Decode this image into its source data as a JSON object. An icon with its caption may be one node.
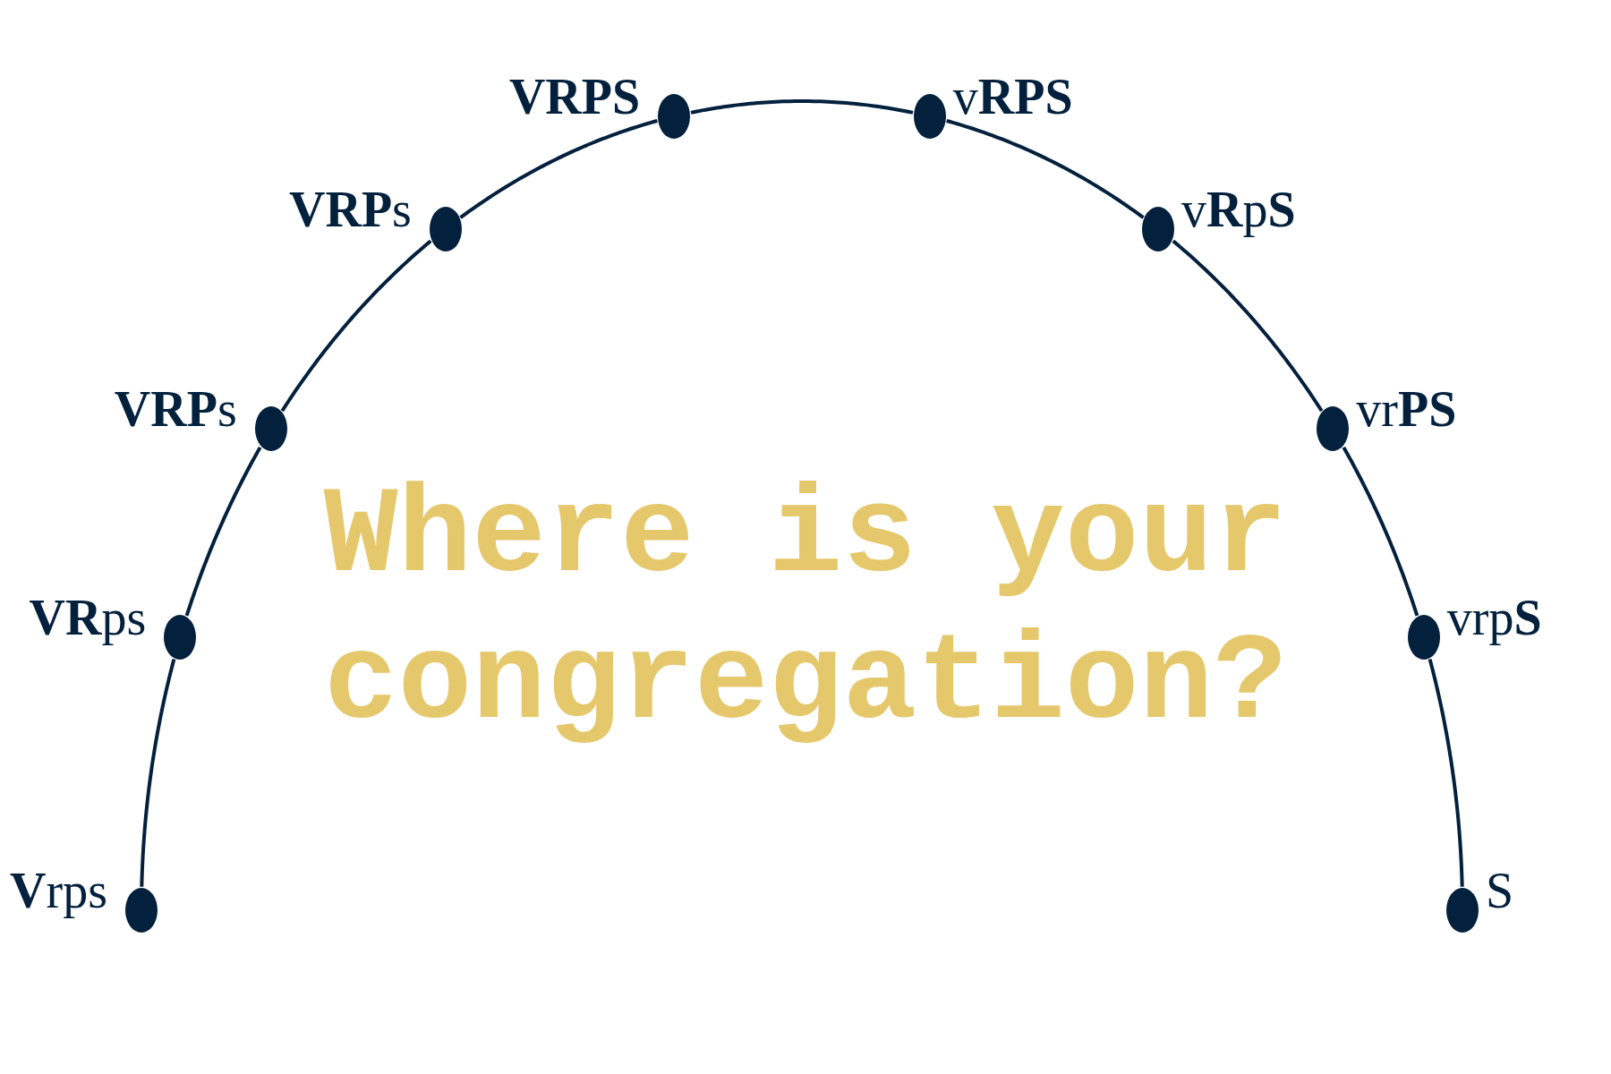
{
  "diagram": {
    "title": "Where is your congregation?",
    "nodes": [
      {
        "text": [],
        "shape": "circle",
        "beside": [
          "**V**rps"
        ]
      },
      {
        "text": [],
        "shape": "circle",
        "beside": [
          "**VR**ps"
        ]
      },
      {
        "text": [],
        "shape": "circle",
        "beside": [
          "**VRP**s"
        ]
      },
      {
        "text": [],
        "shape": "circle",
        "beside": [
          "**VRP**s"
        ]
      },
      {
        "text": [],
        "shape": "circle",
        "beside": [
          "VRPS"
        ]
      },
      {
        "text": [],
        "shape": "circle",
        "beside": [
          "v**RPS**"
        ]
      },
      {
        "text": [],
        "shape": "circle",
        "beside": [
          "v**R**p**S**"
        ]
      },
      {
        "text": [],
        "shape": "circle",
        "beside": [
          "vr**PS**"
        ]
      },
      {
        "text": [],
        "shape": "circle",
        "beside": [
          "vrp**S**"
        ]
      },
      {
        "text": [],
        "shape": "circle",
        "beside": [
          "S"
        ]
      }
    ],
    "edges": [
      {
        "from": 0,
        "to": 1,
        "arrow": "none"
      },
      {
        "from": 1,
        "to": 2,
        "arrow": "none"
      },
      {
        "from": 2,
        "to": 3,
        "arrow": "none"
      },
      {
        "from": 3,
        "to": 4,
        "arrow": "none"
      },
      {
        "from": 4,
        "to": 5,
        "arrow": "none"
      },
      {
        "from": 5,
        "to": 6,
        "arrow": "none"
      },
      {
        "from": 6,
        "to": 7,
        "arrow": "none"
      },
      {
        "from": 7,
        "to": 8,
        "arrow": "none"
      },
      {
        "from": 8,
        "to": 9,
        "arrow": "none"
      }
    ]
  }
}
